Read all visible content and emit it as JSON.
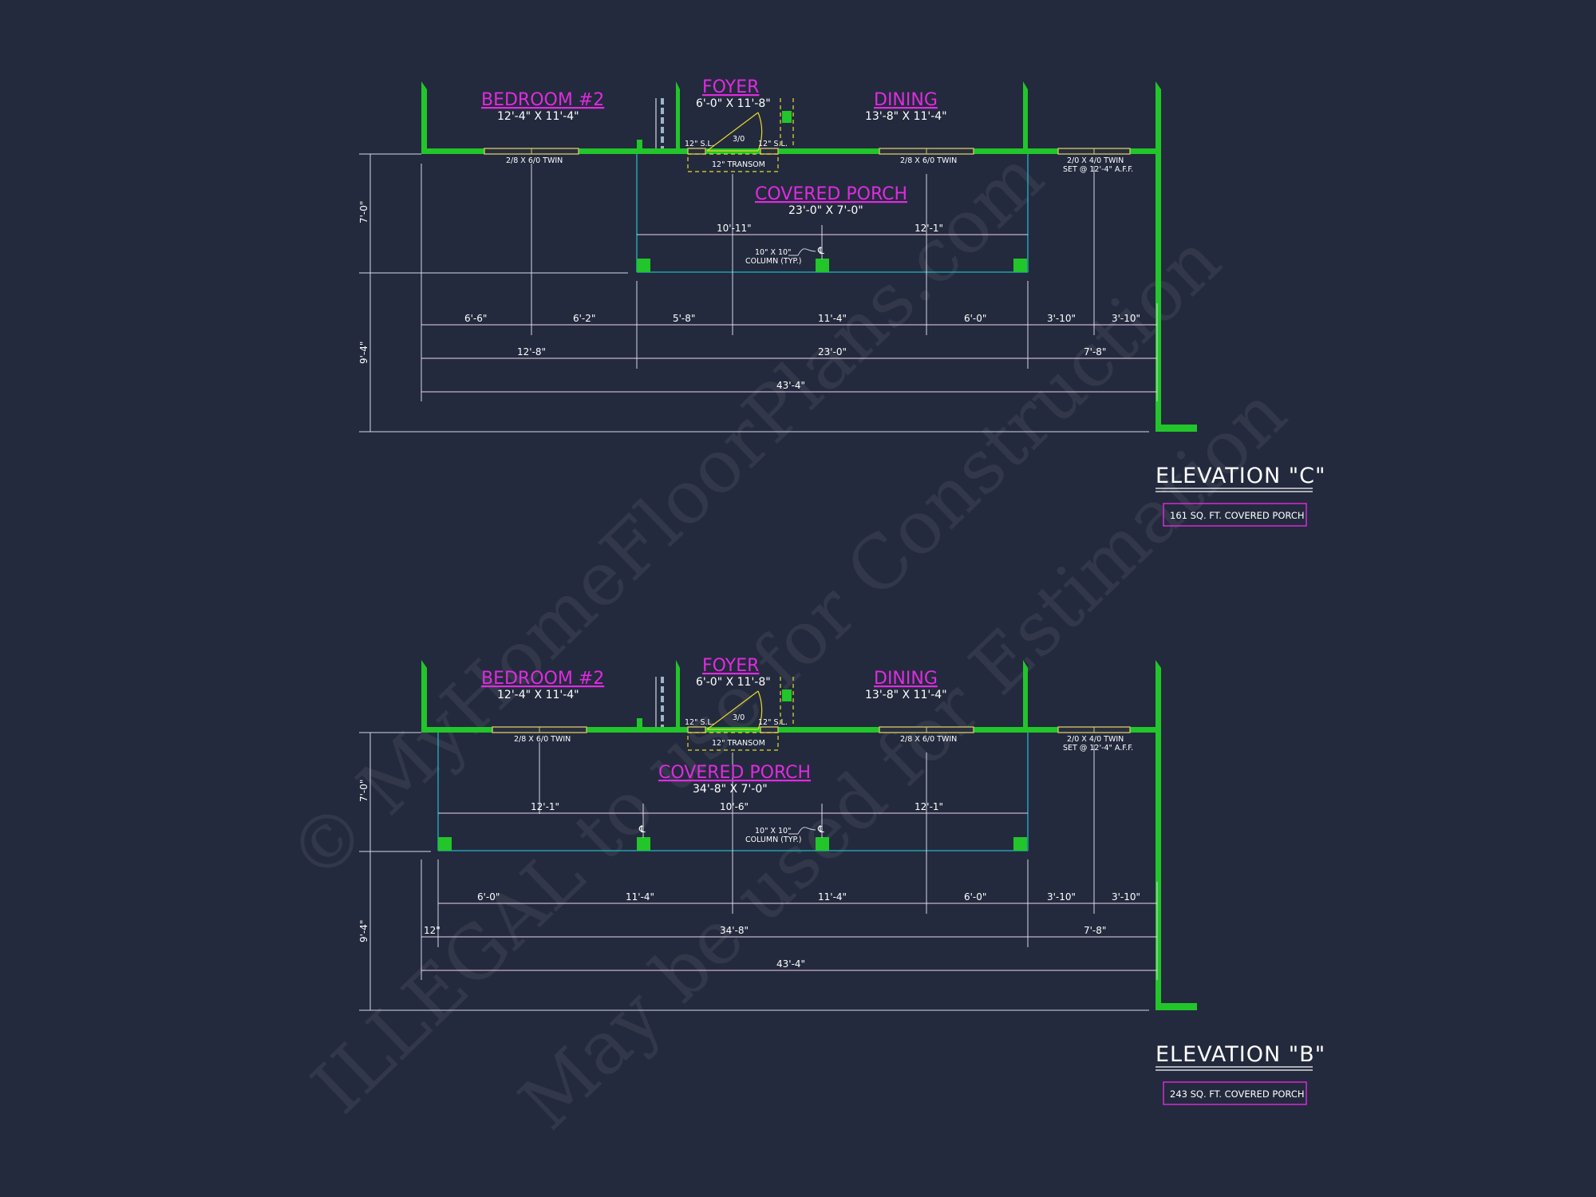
{
  "watermark": {
    "line1": "© MyHomeFloorPlans.com",
    "line2": "ILLEGAL to use for Construction",
    "line3": "May be used for Estimation"
  },
  "colors": {
    "background": "#232a3d",
    "walls": "#22c52a",
    "room_labels": "#e02be0",
    "porch_outline": "#21b5c4",
    "door": "#e8dc2a"
  },
  "elevation_c": {
    "bedroom": {
      "name": "BEDROOM #2",
      "dims": "12'-4\" X 11'-4\""
    },
    "foyer": {
      "name": "FOYER",
      "dims": "6'-0\" X 11'-8\""
    },
    "dining": {
      "name": "DINING",
      "dims": "13'-8\" X 11'-4\""
    },
    "porch": {
      "name": "COVERED PORCH",
      "dims": "23'-0\" X 7'-0\""
    },
    "notes": {
      "window_bed": "2/8 X 6/0 TWIN",
      "window_dining": "2/8 X 6/0 TWIN",
      "window_right": "2/0 X 4/0 TWIN",
      "window_right2": "SET @ 12'-4\" A.F.F.",
      "door": "3/0",
      "sl_left": "12\" S.L.",
      "sl_right": "12\" S.L.",
      "transom": "12\" TRANSOM",
      "column": "10\" X 10\"",
      "column2": "COLUMN (TYP.)",
      "cl": "℄"
    },
    "dims": {
      "porch_a": "10'-11\"",
      "porch_b": "12'-1\"",
      "row1": [
        "6'-6\"",
        "6'-2\"",
        "5'-8\"",
        "11'-4\"",
        "6'-0\"",
        "3'-10\"",
        "3'-10\""
      ],
      "row2": [
        "12'-8\"",
        "23'-0\"",
        "7'-8\""
      ],
      "total": "43'-4\"",
      "vert_top": "7'-0\"",
      "vert_bottom": "9'-4\""
    },
    "title": "ELEVATION \"C\"",
    "area": "161 SQ. FT. COVERED PORCH"
  },
  "elevation_b": {
    "bedroom": {
      "name": "BEDROOM #2",
      "dims": "12'-4\" X 11'-4\""
    },
    "foyer": {
      "name": "FOYER",
      "dims": "6'-0\" X 11'-8\""
    },
    "dining": {
      "name": "DINING",
      "dims": "13'-8\" X 11'-4\""
    },
    "porch": {
      "name": "COVERED PORCH",
      "dims": "34'-8\" X 7'-0\""
    },
    "notes": {
      "window_bed": "2/8 X 6/0 TWIN",
      "window_dining": "2/8 X 6/0 TWIN",
      "window_right": "2/0 X 4/0 TWIN",
      "window_right2": "SET @ 12'-4\" A.F.F.",
      "door": "3/0",
      "sl_left": "12\" S.L.",
      "sl_right": "12\" S.L.",
      "transom": "12\" TRANSOM",
      "column": "10\" X 10\"",
      "column2": "COLUMN (TYP.)",
      "cl_a": "℄",
      "cl_b": "℄"
    },
    "dims": {
      "porch_a": "12'-1\"",
      "porch_b": "10'-6\"",
      "porch_c": "12'-1\"",
      "row1": [
        "6'-0\"",
        "11'-4\"",
        "11'-4\"",
        "6'-0\"",
        "3'-10\"",
        "3'-10\""
      ],
      "row2_left": "12\"",
      "row2": [
        "34'-8\"",
        "7'-8\""
      ],
      "total": "43'-4\"",
      "vert_top": "7'-0\"",
      "vert_bottom": "9'-4\""
    },
    "title": "ELEVATION \"B\"",
    "area": "243 SQ. FT. COVERED PORCH"
  }
}
